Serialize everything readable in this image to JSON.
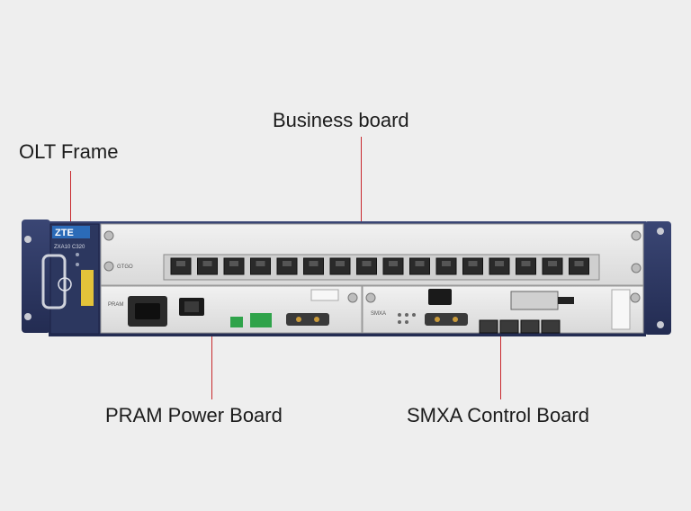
{
  "callouts": {
    "olt_frame": "OLT Frame",
    "business_board": "Business board",
    "pram_power_board": "PRAM Power Board",
    "smxa_control_board": "SMXA Control Board"
  },
  "device": {
    "brand": "ZTE",
    "model": "ZXA10 C320",
    "pram_label": "PRAM",
    "smxa_label": "SMXA",
    "gtgo_label": "GTGO"
  },
  "colors": {
    "leader_line": "#c8282d",
    "chassis": "#2e3a66",
    "panel": "#e7e7e7",
    "connector_green": "#2fa34a",
    "brand_blue": "#2b6bb8"
  },
  "business_board": {
    "port_count": 16
  },
  "smxa_board": {
    "ethernet_port_count": 4
  }
}
